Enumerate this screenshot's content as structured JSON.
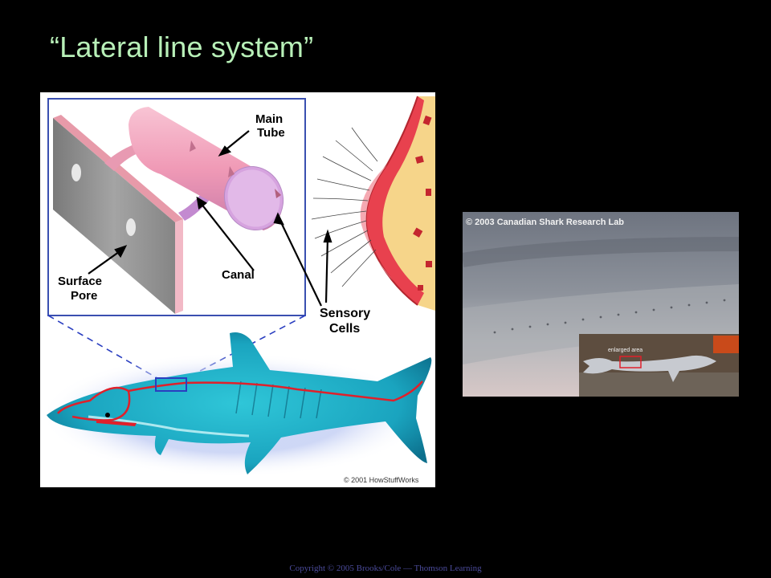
{
  "slide": {
    "title": "“Lateral line system”",
    "footer": "Copyright © 2005 Brooks/Cole — Thomson Learning"
  },
  "diagram": {
    "labels": {
      "main_tube_line1": "Main",
      "main_tube_line2": "Tube",
      "surface_pore_line1": "Surface",
      "surface_pore_line2": "Pore",
      "canal": "Canal",
      "sensory_cells_line1": "Sensory",
      "sensory_cells_line2": "Cells"
    },
    "credit": "© 2001 HowStuffWorks"
  },
  "photo": {
    "credit": "© 2003 Canadian Shark Research Lab",
    "inset_label": "enlarged area"
  },
  "colors": {
    "title": "#b8f0b8",
    "frame_blue": "#3a4fb0",
    "lateral_line_red": "#e0202a",
    "tube_pink": "#f4a9c0",
    "shark_cyan": "#2fc6d8"
  }
}
